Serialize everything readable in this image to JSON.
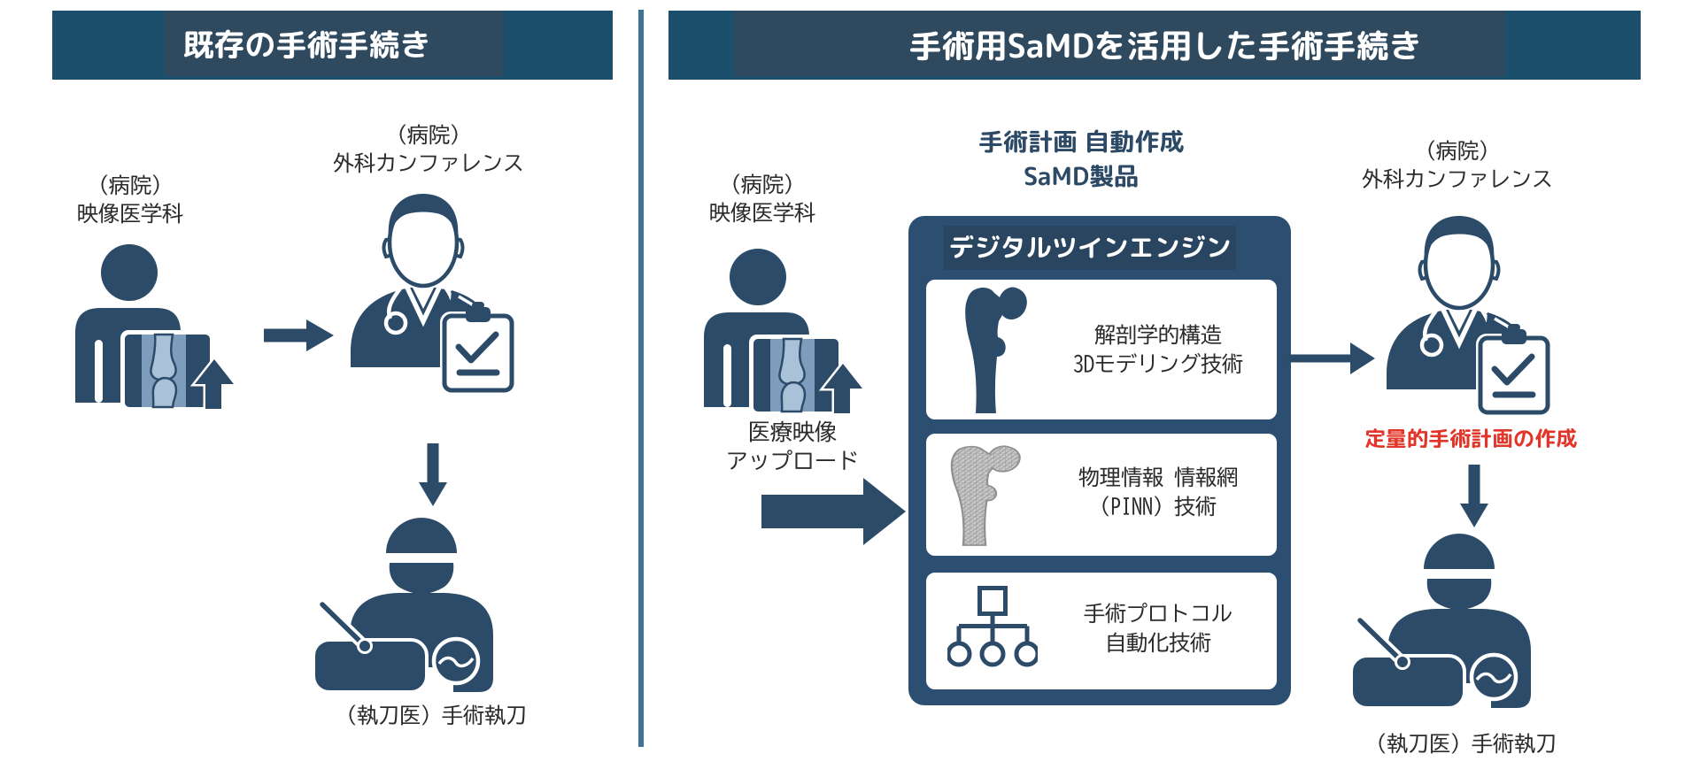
{
  "colors": {
    "header_bar": "#1A516F",
    "header_titlebox": "#2F4A5F",
    "icon_navy": "#2B4B69",
    "engine_box": "#2B4E71",
    "engine_titlebox": "#2A4560",
    "xray_film": "#7E9DBC",
    "xray_bone": "#A9C2D8",
    "divider": "#3E7396",
    "label_text": "#2B2B2B",
    "navy_text": "#2C4A66",
    "red_text": "#E2362B"
  },
  "left_panel": {
    "header": "既存の手術手続き",
    "patient_label": {
      "line1": "（病院）",
      "line2": "映像医学科"
    },
    "doctor_label": {
      "line1": "（病院）",
      "line2": "外科カンファレンス"
    },
    "surgeon_label": "（執刀医）手術執刀",
    "icons": [
      "patient-xray-icon",
      "arrow-right-icon",
      "doctor-clipboard-icon",
      "arrow-down-icon",
      "surgeon-operating-icon"
    ]
  },
  "right_panel": {
    "header": "手術用SaMDを活用した手術手続き",
    "samd_title": {
      "line1": "手術計画 自動作成",
      "line2": "SaMD製品"
    },
    "patient_label": {
      "line1": "（病院）",
      "line2": "映像医学科"
    },
    "upload_label": {
      "line1": "医療映像",
      "line2": "アップロード"
    },
    "engine": {
      "header": "デジタルツインエンジン",
      "modules": [
        {
          "icon": "femur-solid-icon",
          "line1": "解剖学的構造",
          "line2": "3Dモデリング技術"
        },
        {
          "icon": "femur-mesh-icon",
          "line1": "物理情報 情報網",
          "line2": "(PINN) 技術"
        },
        {
          "icon": "flowchart-icon",
          "line1": "手術プロトコル",
          "line2": "自動化技術"
        }
      ]
    },
    "doctor_label": {
      "line1": "（病院）",
      "line2": "外科カンファレンス"
    },
    "red_note": "定量的手術計画の作成",
    "surgeon_label": "（執刀医）手術執刀"
  }
}
